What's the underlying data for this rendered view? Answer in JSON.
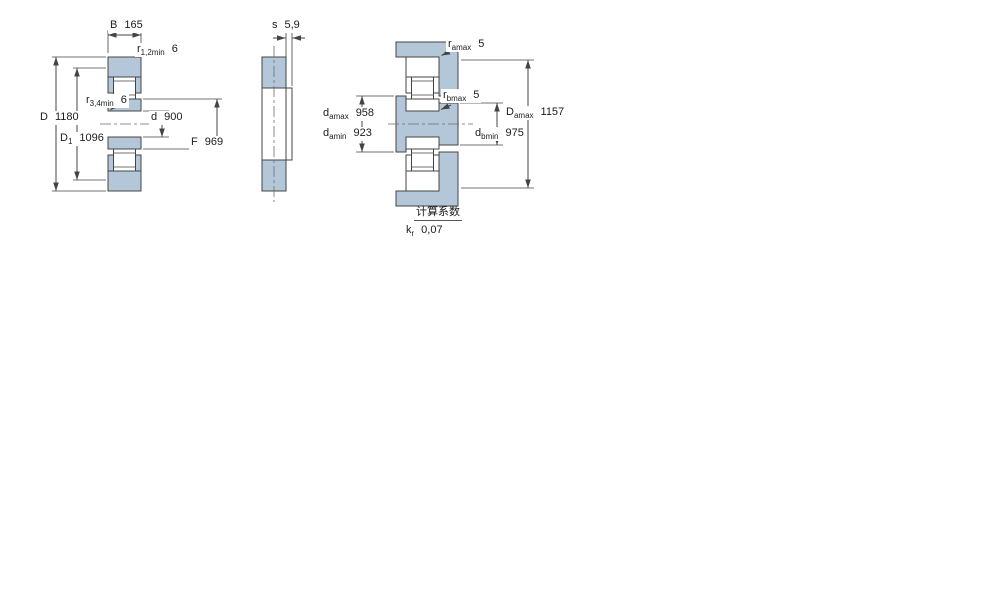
{
  "drawing": {
    "colors": {
      "section_fill": "#b3c7d9",
      "line": "#444444"
    },
    "dimensions": {
      "B": {
        "symbol": "B",
        "sub": "",
        "value": "165"
      },
      "r12min": {
        "symbol": "r",
        "sub": "1,2min",
        "value": "6"
      },
      "r34min": {
        "symbol": "r",
        "sub": "3,4min",
        "value": "6"
      },
      "D": {
        "symbol": "D",
        "sub": "",
        "value": "1180"
      },
      "D1": {
        "symbol": "D",
        "sub": "1",
        "value": "1096"
      },
      "d": {
        "symbol": "d",
        "sub": "",
        "value": "900"
      },
      "F": {
        "symbol": "F",
        "sub": "",
        "value": "969"
      },
      "s": {
        "symbol": "s",
        "sub": "",
        "value": "5,9"
      },
      "ramax": {
        "symbol": "r",
        "sub": "amax",
        "value": "5"
      },
      "rbmax": {
        "symbol": "r",
        "sub": "bmax",
        "value": "5"
      },
      "damax": {
        "symbol": "d",
        "sub": "amax",
        "value": "958"
      },
      "damin": {
        "symbol": "d",
        "sub": "amin",
        "value": "923"
      },
      "Damax": {
        "symbol": "D",
        "sub": "amax",
        "value": "1157"
      },
      "dbmin": {
        "symbol": "d",
        "sub": "bmin",
        "value": "975"
      }
    },
    "calc_factors": {
      "title": "计算系数",
      "kr": {
        "symbol": "k",
        "sub": "r",
        "value": "0,07"
      }
    }
  }
}
